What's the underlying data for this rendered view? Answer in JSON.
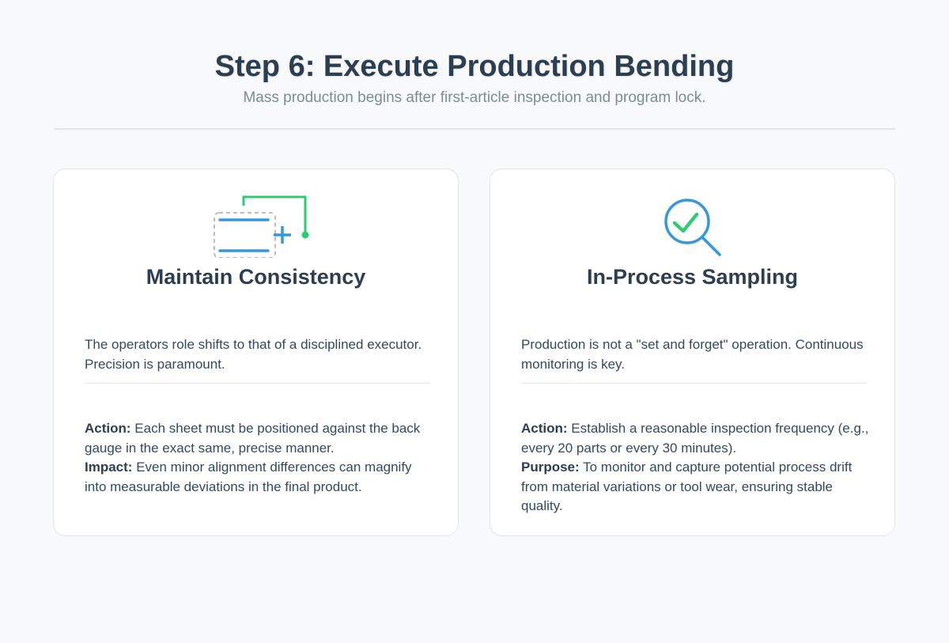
{
  "header": {
    "title": "Step 6: Execute Production Bending",
    "subtitle": "Mass production begins after first-article inspection and program lock."
  },
  "cards": [
    {
      "icon": "consistency-template-icon",
      "title": "Maintain Consistency",
      "intro": "The operators role shifts to that of a disciplined executor. Precision is paramount.",
      "details": [
        {
          "label": "Action:",
          "text": " Each sheet must be positioned against the back gauge in the exact same, precise manner."
        },
        {
          "label": "Impact:",
          "text": " Even minor alignment differences can magnify into measurable deviations in the final product."
        }
      ]
    },
    {
      "icon": "magnifier-check-icon",
      "title": "In-Process Sampling",
      "intro": "Production is not a \"set and forget\" operation. Continuous monitoring is key.",
      "details": [
        {
          "label": "Action:",
          "text": " Establish a reasonable inspection frequency (e.g., every 20 parts or every 30 minutes)."
        },
        {
          "label": "Purpose:",
          "text": " To monitor and capture potential process drift from material variations or tool wear, ensuring stable quality."
        }
      ]
    }
  ],
  "colors": {
    "accent_blue": "#3498db",
    "accent_green": "#2ecc71",
    "text_dark": "#2c3e50",
    "text_muted": "#7f8c8d",
    "background": "#f7f9fb"
  }
}
